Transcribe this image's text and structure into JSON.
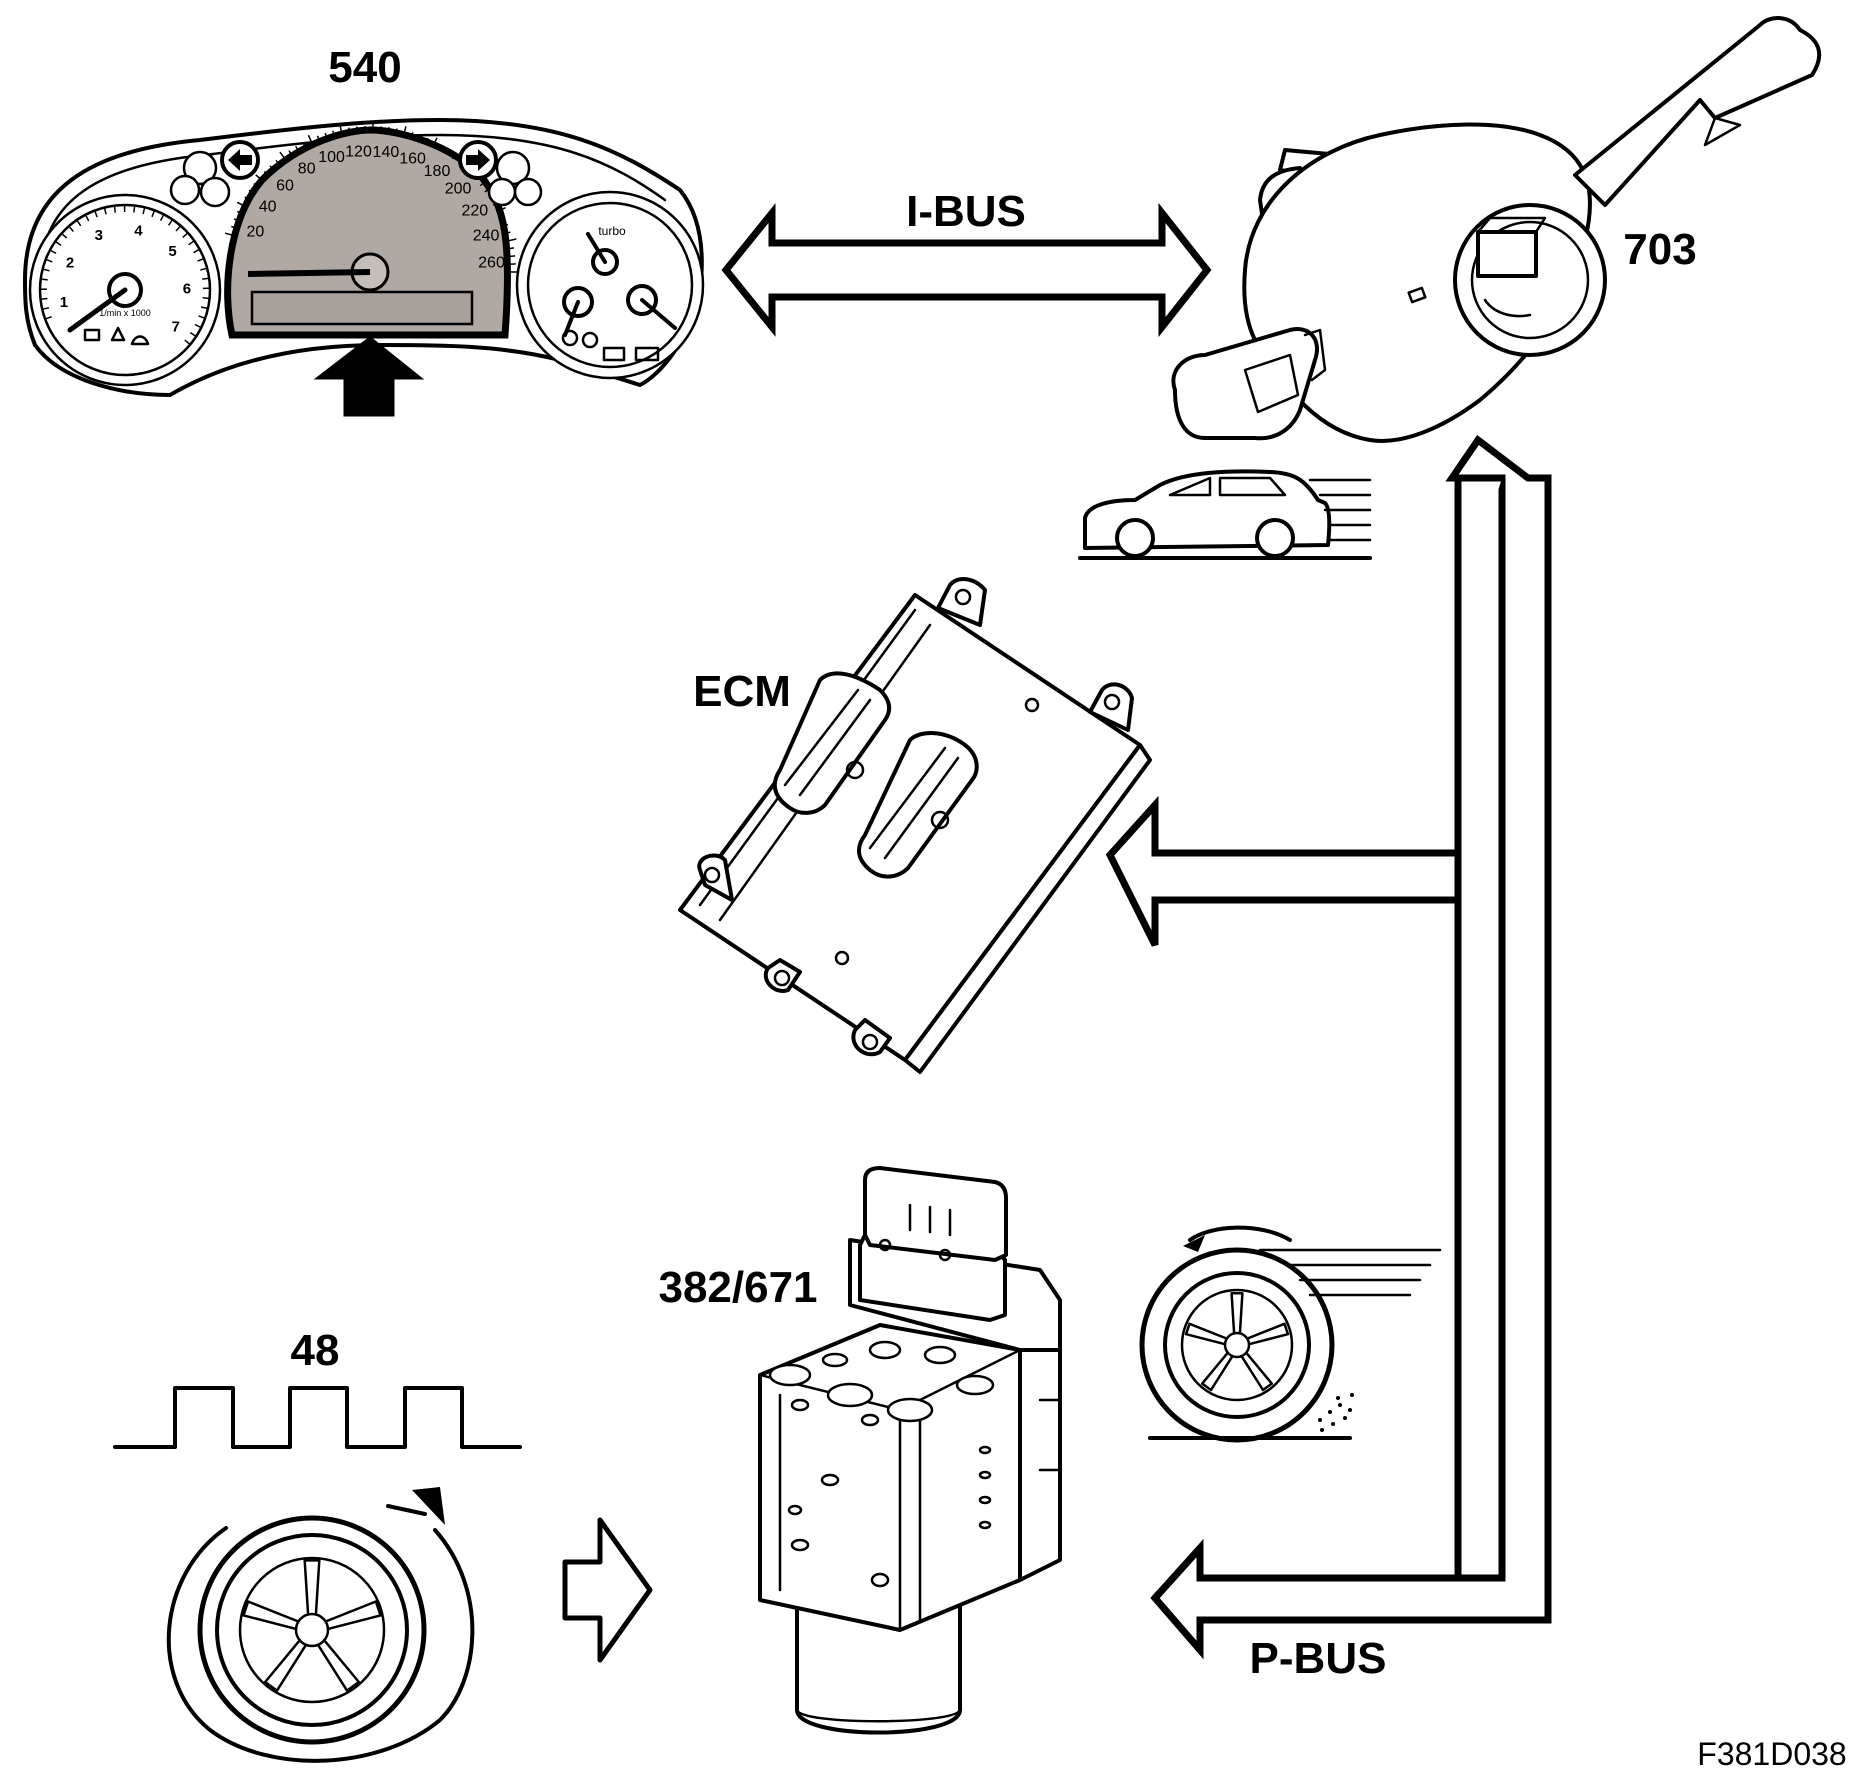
{
  "labels": {
    "instrument_cluster": "540",
    "steering_module": "703",
    "ecm": "ECM",
    "abs_unit": "382/671",
    "wheel_sensor": "48",
    "i_bus": "I-BUS",
    "p_bus": "P-BUS",
    "figure_id": "F381D038"
  },
  "speedometer_ticks": [
    "20",
    "40",
    "60",
    "80",
    "100",
    "120",
    "140",
    "160",
    "180",
    "200",
    "220",
    "240",
    "260"
  ],
  "tachometer_ticks": [
    "1",
    "2",
    "3",
    "4",
    "5",
    "6",
    "7"
  ],
  "tachometer_unit": "1/min x 1000",
  "right_gauge_text": "turbo",
  "colors": {
    "speedo_face": "#b0a8a2",
    "line": "#000000",
    "background": "#ffffff"
  }
}
